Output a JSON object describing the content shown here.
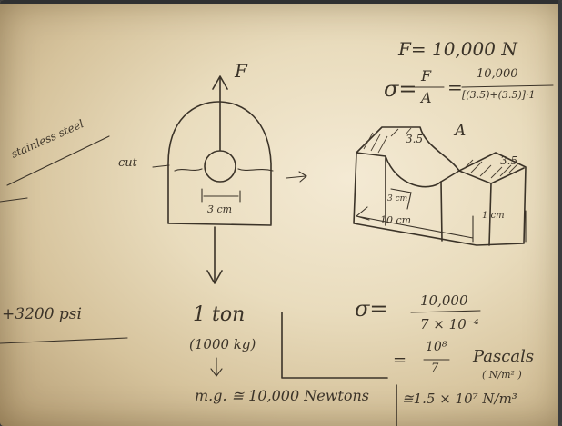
{
  "photo": {
    "description_free": true,
    "colors": {
      "paper": "#eadfc4",
      "ink": "#3b3328",
      "frame": "#3a3b3d"
    }
  },
  "notes": {
    "force_label": "F",
    "force_equation": "F= 10,000 N",
    "stress_formula_left": "σ=",
    "stress_formula_frac_top": "F",
    "stress_formula_frac_bottom": "A",
    "stress_formula_eq": "=",
    "stress_value_top": "10,000",
    "stress_value_bottom": "[(3.5)+(3.5)]·1",
    "stainless_label": "stainless steel",
    "cut_label": "cut",
    "area_label": "A",
    "dim_3_5_left": "3.5",
    "dim_3_5_right": "3.5",
    "dim_3cm": "3 cm",
    "dim_3cm_block": "3 cm",
    "dim_10cm": "10 cm",
    "dim_1cm": "1 cm",
    "psi_label": "+3200 psi",
    "ton_label": "1 ton",
    "kg_label": "(1000 kg)",
    "weight_label": "m.g. ≅ 10,000 Newtons",
    "sigma2_left": "σ=",
    "sigma2_top": "10,000",
    "sigma2_bottom": "7 × 10⁻⁴",
    "equals": "=",
    "pascal_top": "10⁸",
    "pascal_bottom": "7",
    "pascals_label": "Pascals",
    "unit_label": "( N/m² )",
    "approx_label": "≅1.5 × 10⁷ N/m³"
  }
}
